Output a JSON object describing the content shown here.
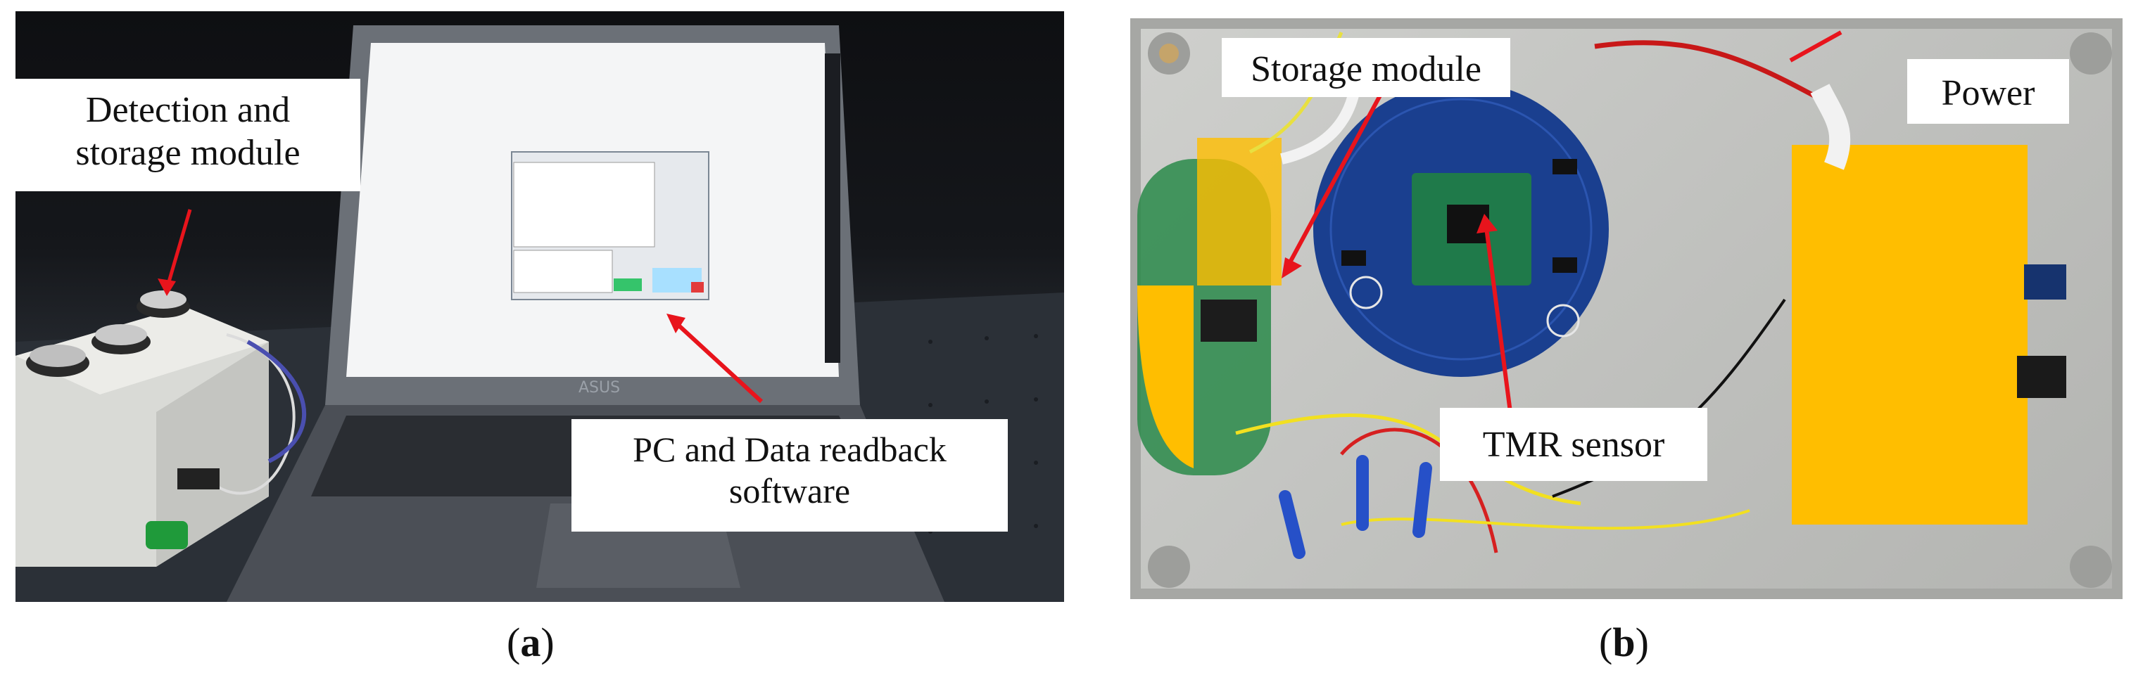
{
  "panel_a": {
    "caption_open": "(",
    "caption_letter": "a",
    "caption_close": ")",
    "label_detection_line1": "Detection and",
    "label_detection_line2": "storage module",
    "label_pc_line1": "PC and Data  readback",
    "label_pc_line2": "software"
  },
  "panel_b": {
    "caption_open": "(",
    "caption_letter": "b",
    "caption_close": ")",
    "label_storage": "Storage module",
    "label_power": "Power",
    "label_tmr": "TMR sensor"
  },
  "colors": {
    "arrow": "#e8141c",
    "highlight": "#ffbe00",
    "pcb_blue": "#1a3f8f",
    "pcb_green": "#1f7a4a"
  }
}
